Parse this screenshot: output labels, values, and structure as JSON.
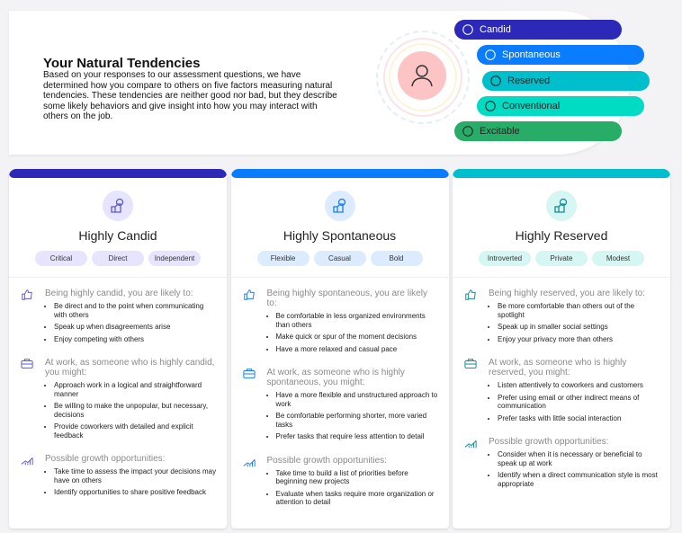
{
  "header": {
    "title": "Your Natural Tendencies",
    "description": "Based on your responses to our assessment questions, we have determined how you compare to others on five factors measuring natural tendencies. These tendencies are neither good nor bad, but they describe some likely behaviors and give insight into how you may interact with others on the job."
  },
  "factors": [
    {
      "label": "Candid",
      "color": "#2c28b8",
      "text": "#fff"
    },
    {
      "label": "Spontaneous",
      "color": "#0a7cff",
      "text": "#fff"
    },
    {
      "label": "Reserved",
      "color": "#00bfcc",
      "text": "#222"
    },
    {
      "label": "Conventional",
      "color": "#00dcc4",
      "text": "#222"
    },
    {
      "label": "Excitable",
      "color": "#27ad68",
      "text": "#222"
    }
  ],
  "cards": [
    {
      "title": "Highly Candid",
      "color": "#2c28b8",
      "chip_bg": "#e6e4ff",
      "icon_bg": "#e6e4ff",
      "icon_color": "#5c58d6",
      "chips": [
        "Critical",
        "Direct",
        "Independent"
      ],
      "sections": [
        {
          "icon": "thumbs-up",
          "heading": "Being highly candid, you are likely to:",
          "items": [
            "Be direct and to the point when communicating with others",
            "Speak up when disagreements arise",
            "Enjoy competing with others"
          ]
        },
        {
          "icon": "briefcase",
          "heading": "At work, as someone who is highly candid, you might:",
          "items": [
            "Approach work in a logical and straightforward manner",
            "Be willing to make the unpopular, but necessary, decisions",
            "Provide coworkers with detailed and explicit feedback"
          ]
        },
        {
          "icon": "growth-chart",
          "heading": "Possible growth opportunities:",
          "items": [
            "Take time to assess the impact your decisions may have on others",
            "Identify opportunities to share positive feedback"
          ]
        }
      ]
    },
    {
      "title": "Highly Spontaneous",
      "color": "#0a7cff",
      "chip_bg": "#dcebff",
      "icon_bg": "#dcebff",
      "icon_color": "#1a7cf0",
      "chips": [
        "Flexible",
        "Casual",
        "Bold"
      ],
      "sections": [
        {
          "icon": "thumbs-up",
          "heading": "Being highly spontaneous, you are likely to:",
          "items": [
            "Be comfortable in less organized environments than others",
            "Make quick or spur of the moment decisions",
            "Have a more relaxed and casual pace"
          ]
        },
        {
          "icon": "briefcase",
          "heading": "At work, as someone who is highly spontaneous, you might:",
          "items": [
            "Have a more flexible and unstructured approach to work",
            "Be comfortable performing shorter, more varied tasks",
            "Prefer tasks that require less attention to detail"
          ]
        },
        {
          "icon": "growth-chart",
          "heading": "Possible growth opportunities:",
          "items": [
            "Take time to build a list of priorities before beginning new projects",
            "Evaluate when tasks require more organization or attention to detail"
          ]
        }
      ]
    },
    {
      "title": "Highly Reserved",
      "color": "#00bfcc",
      "chip_bg": "#d6f6f3",
      "icon_bg": "#d6f6f3",
      "icon_color": "#138a94",
      "chips": [
        "Introverted",
        "Private",
        "Modest"
      ],
      "sections": [
        {
          "icon": "thumbs-up",
          "heading": "Being highly reserved, you are likely to:",
          "items": [
            "Be more comfortable than others out of the spotlight",
            "Speak up in smaller social settings",
            "Enjoy your privacy more than others"
          ]
        },
        {
          "icon": "briefcase",
          "heading": "At work, as someone who is highly reserved, you might:",
          "items": [
            "Listen attentively to coworkers and customers",
            "Prefer using email or other indirect means of communication",
            "Prefer tasks with little social interaction"
          ]
        },
        {
          "icon": "growth-chart",
          "heading": "Possible growth opportunities:",
          "items": [
            "Consider when it is necessary or beneficial to speak up at work",
            "Identify when a direct communication style is most appropriate"
          ]
        }
      ]
    }
  ]
}
